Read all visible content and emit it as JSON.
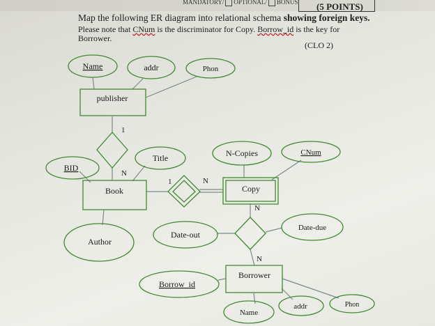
{
  "header": {
    "mandatory_label": "MANDATORY/",
    "optional_label": "OPTIONAL/",
    "bonus_label": "BONUS",
    "points": "(5 POINTS)"
  },
  "question": {
    "line1_text": "Map the following ER diagram into relational schema ",
    "line1_bold": "showing foreign keys.",
    "line2_a": "Please note that ",
    "line2_cnum": "CNum",
    "line2_b": " is the discriminator for Copy. ",
    "line2_borrowid": "Borrow_id",
    "line2_c": " is the key for",
    "line3": "Borrower.",
    "clo": "(CLO 2)"
  },
  "diagram": {
    "entities": {
      "publisher": "publisher",
      "book": "Book",
      "copy": "Copy",
      "borrower": "Borrower"
    },
    "attributes": {
      "pub_name": "Name",
      "pub_addr": "addr",
      "pub_phon": "Phon",
      "bid": "BID",
      "title": "Title",
      "author": "Author",
      "ncopies": "N-Copies",
      "cnum": "CNum",
      "dateout": "Date-out",
      "datedue": "Date-due",
      "borrowid": "Borrow_id",
      "bor_name": "Name",
      "bor_addr": "addr",
      "bor_phon": "Phon"
    },
    "cardinalities": {
      "pub_book_1": "1",
      "pub_book_n": "N",
      "book_copy_1": "1",
      "book_copy_n": "N",
      "copy_borrow_n1": "N",
      "copy_borrow_n2": "N"
    },
    "colors": {
      "shape_stroke": "#3f8a2e",
      "line_stroke": "#7a8a8a"
    }
  }
}
